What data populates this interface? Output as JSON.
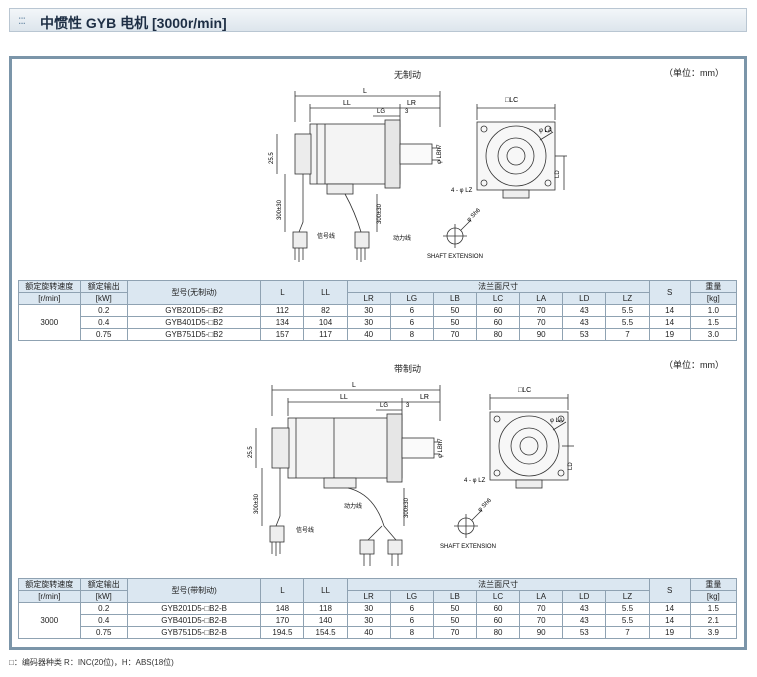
{
  "title": "中惯性 GYB 电机 [3000r/min]",
  "title_dots": ":::",
  "unit_note": "（单位：mm）",
  "drawing_labels": {
    "L": "L",
    "LL": "LL",
    "LR": "LR",
    "LG": "LG",
    "three": "3",
    "LC": "□LC",
    "LA": "φ LA",
    "LZ": "4 - φ LZ",
    "LD": "LD",
    "LB": "φ LBh7",
    "S": "φ Sh6",
    "h255": "25.5",
    "cable1": "300±30",
    "cable2": "300±30",
    "signal_line": "信号线",
    "power_line": "动力线",
    "shaft_extension": "SHAFT EXTENSION"
  },
  "sections": [
    {
      "title": "无制动",
      "header1": [
        "额定旋转速度",
        "额定输出",
        "型号(无制动)",
        "L",
        "LL",
        "法兰面尺寸",
        "S",
        "重量"
      ],
      "header2": [
        "[r/min]",
        "[kW]",
        "LR",
        "LG",
        "LB",
        "LC",
        "LA",
        "LD",
        "LZ",
        "[kg]"
      ],
      "speed": "3000",
      "rows": [
        [
          "0.2",
          "GYB201D5-□B2",
          "112",
          "82",
          "30",
          "6",
          "50",
          "60",
          "70",
          "43",
          "5.5",
          "14",
          "1.0"
        ],
        [
          "0.4",
          "GYB401D5-□B2",
          "134",
          "104",
          "30",
          "6",
          "50",
          "60",
          "70",
          "43",
          "5.5",
          "14",
          "1.5"
        ],
        [
          "0.75",
          "GYB751D5-□B2",
          "157",
          "117",
          "40",
          "8",
          "70",
          "80",
          "90",
          "53",
          "7",
          "19",
          "3.0"
        ]
      ]
    },
    {
      "title": "带制动",
      "header1": [
        "额定旋转速度",
        "额定输出",
        "型号(带制动)",
        "L",
        "LL",
        "法兰面尺寸",
        "S",
        "重量"
      ],
      "header2": [
        "[r/min]",
        "[kW]",
        "LR",
        "LG",
        "LB",
        "LC",
        "LA",
        "LD",
        "LZ",
        "[kg]"
      ],
      "speed": "3000",
      "rows": [
        [
          "0.2",
          "GYB201D5-□B2-B",
          "148",
          "118",
          "30",
          "6",
          "50",
          "60",
          "70",
          "43",
          "5.5",
          "14",
          "1.5"
        ],
        [
          "0.4",
          "GYB401D5-□B2-B",
          "170",
          "140",
          "30",
          "6",
          "50",
          "60",
          "70",
          "43",
          "5.5",
          "14",
          "2.1"
        ],
        [
          "0.75",
          "GYB751D5-□B2-B",
          "194.5",
          "154.5",
          "40",
          "8",
          "70",
          "80",
          "90",
          "53",
          "7",
          "19",
          "3.9"
        ]
      ]
    }
  ],
  "footnote": "□：编码器种类 R：INC(20位)，H：ABS(18位)"
}
